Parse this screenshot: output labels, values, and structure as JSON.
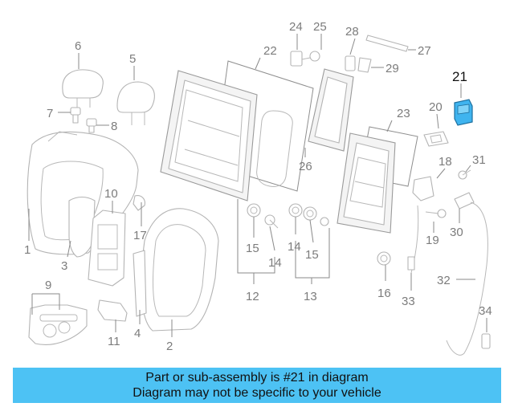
{
  "callouts": [
    "1",
    "2",
    "3",
    "4",
    "5",
    "6",
    "7",
    "8",
    "9",
    "10",
    "11",
    "12",
    "13",
    "14",
    "14",
    "15",
    "15",
    "16",
    "17",
    "18",
    "19",
    "20",
    "21",
    "22",
    "23",
    "24",
    "25",
    "26",
    "27",
    "28",
    "29",
    "30",
    "31",
    "32",
    "33",
    "34"
  ],
  "highlighted_part": "21",
  "colors": {
    "banner_bg": "#4dc2f4",
    "highlight_part": "#3fb4ef"
  },
  "banner": {
    "line1": "Part or sub-assembly is #21 in diagram",
    "line2": "Diagram may not be specific to your vehicle"
  }
}
